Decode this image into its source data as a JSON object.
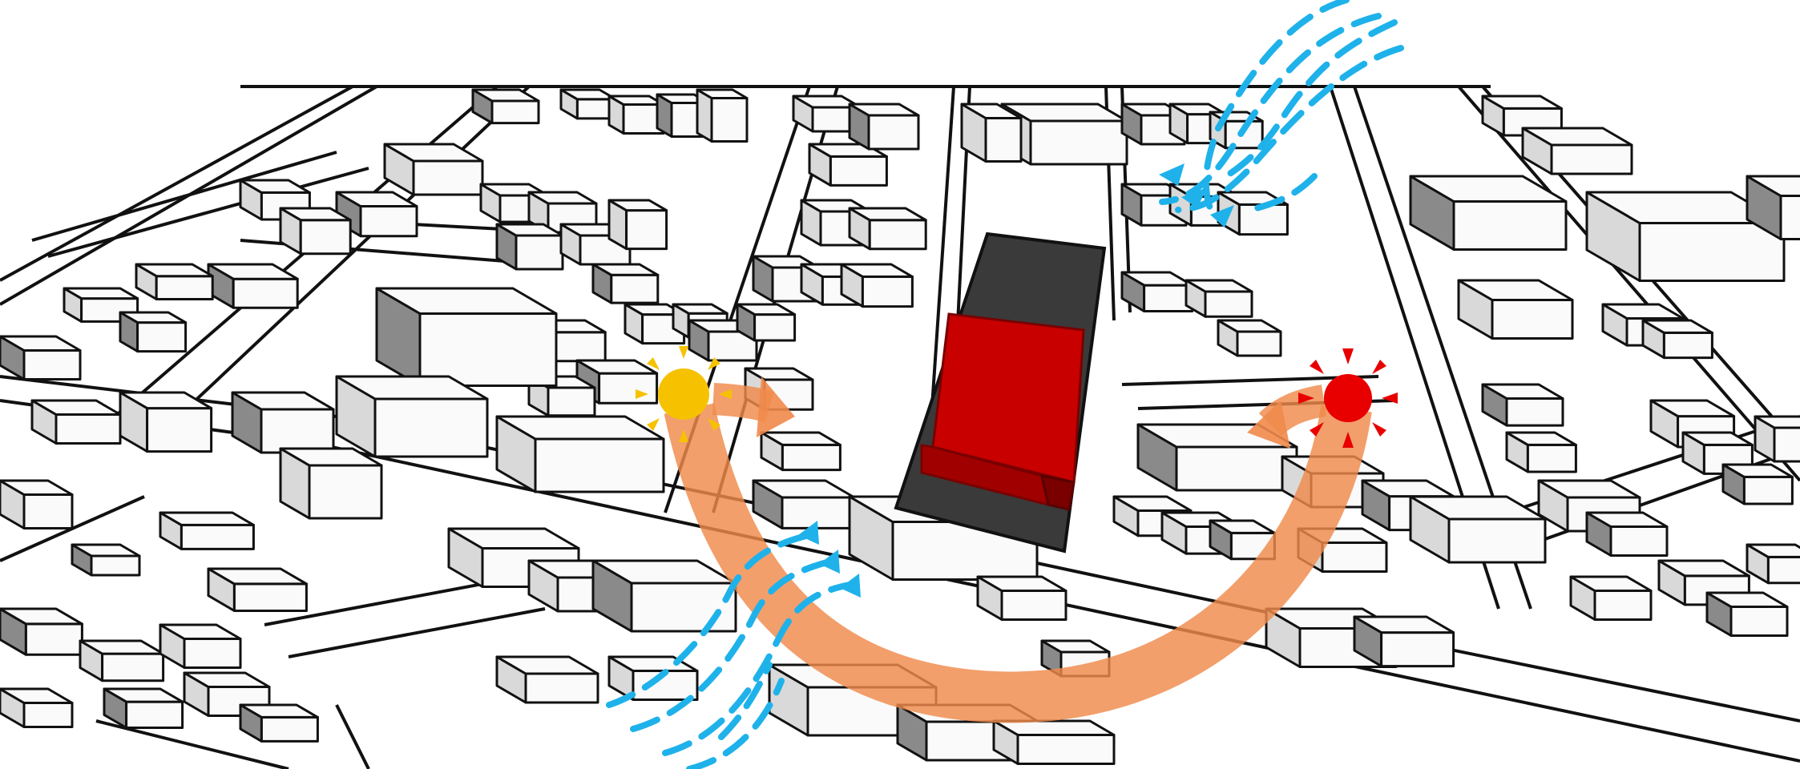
{
  "diagram": {
    "subject": "site-context-axonometric",
    "colors": {
      "background": "#ffffff",
      "outline": "#111111",
      "block_top": "#fafafa",
      "block_side_light": "#d9d9d9",
      "block_side_dark": "#8a8a8a",
      "site_plot": "#3a3a3a",
      "target_building": "#c80000",
      "sun_path": "#ef8a4b",
      "sunrise_sun": "#f6c200",
      "sunset_sun": "#e80000",
      "wind": "#1fb2ea"
    },
    "icons": [
      "sunrise-sun-icon",
      "sunset-sun-icon",
      "wind-arrow-icon",
      "sun-path-arrow-icon"
    ],
    "wind_flows": [
      "north-east",
      "south-west"
    ]
  }
}
